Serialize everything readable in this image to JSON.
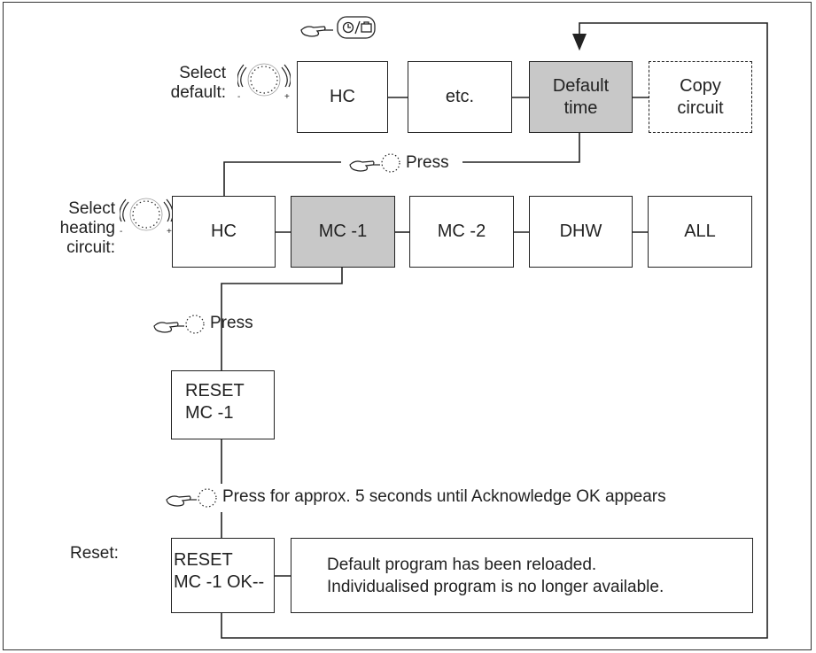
{
  "diagram": {
    "row1": {
      "label": "Select\ndefault:",
      "boxes": [
        "HC",
        "etc.",
        "Default\ntime",
        "Copy\ncircuit"
      ]
    },
    "press1": "Press",
    "row2": {
      "label": "Select\nheating\ncircuit:",
      "boxes": [
        "HC",
        "MC -1",
        "MC -2",
        "DHW",
        "ALL"
      ]
    },
    "press2": "Press",
    "reset_box": "RESET\nMC -1",
    "press3": "Press for approx. 5 seconds until Acknowledge OK appears",
    "reset_label": "Reset:",
    "reset_ok_box": "RESET\nMC -1 OK--",
    "message_box": "Default program has been reloaded.\nIndividualised program is no longer available."
  },
  "icons": {
    "top_button": "clock-suitcase-button-icon",
    "dial": "rotary-dial-icon",
    "hand": "pointing-hand-icon"
  }
}
